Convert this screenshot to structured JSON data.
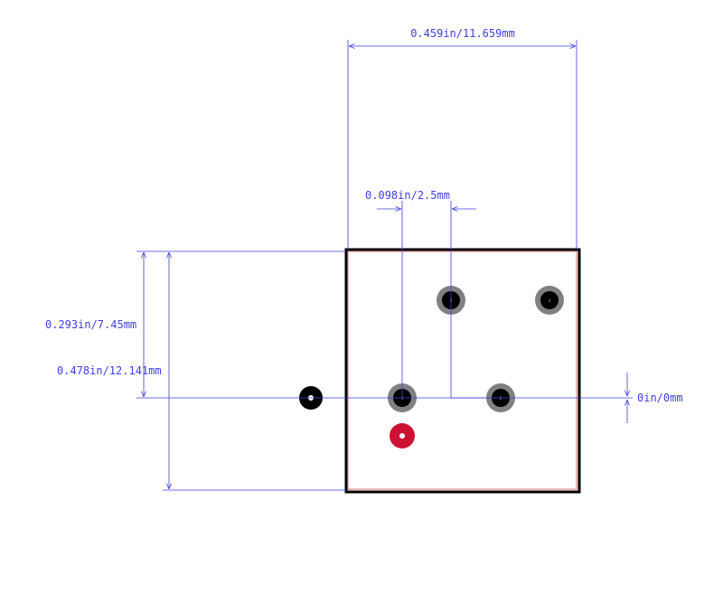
{
  "colors": {
    "dimension": "#3f3fd6",
    "outline": "#000000",
    "courtyard": "#e8a0a0",
    "pad_ring": "#808080",
    "hole": "#000000",
    "marker": "#cc1133"
  },
  "dimensions": {
    "overall_width": "0.459in/11.659mm",
    "pitch": "0.098in/2.5mm",
    "height_to_pin": "0.293in/7.45mm",
    "overall_height": "0.478in/12.141mm",
    "zero_offset": "0in/0mm"
  },
  "pads": [
    {
      "label": "1"
    },
    {
      "label": "2"
    },
    {
      "label": "3"
    },
    {
      "label": "4"
    }
  ]
}
